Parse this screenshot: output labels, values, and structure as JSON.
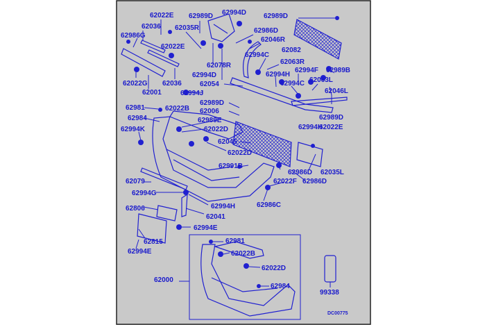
{
  "labels": {
    "a1": "62022E",
    "a2": "62989D",
    "a3": "62994D",
    "a4": "62989D",
    "a5": "62036",
    "a6": "62035R",
    "a7": "62986D",
    "a8": "62986G",
    "a9": "62022E",
    "a10": "62046R",
    "a11": "62082",
    "a12": "62994C",
    "a13": "62063R",
    "a14": "62078R",
    "a15": "62994H",
    "a16": "62994F",
    "a17": "62989B",
    "a18": "62994D",
    "a19": "62994C",
    "a20": "62063L",
    "a21": "62054",
    "a22": "62022G",
    "a23": "62036",
    "a24": "62046L",
    "a25": "62001",
    "a26": "62994J",
    "a27": "62989D",
    "a28": "62981",
    "a29": "62022B",
    "a30": "62006",
    "a31": "62989D",
    "a32": "62984",
    "a33": "62989E",
    "a34": "62994H",
    "a35": "62022E",
    "a36": "62994K",
    "a37": "62022D",
    "a38": "62045",
    "a39": "62022D",
    "a40": "62991B",
    "a41": "62986D",
    "a42": "62035L",
    "a43": "62022F",
    "a44": "62986D",
    "a45": "62079",
    "a46": "62994G",
    "a47": "62986C",
    "a48": "62806",
    "a49": "62994H",
    "a50": "62041",
    "a51": "62994E",
    "a52": "62815",
    "a53": "62994E",
    "b1": "62981",
    "b2": "62022B",
    "b3": "62022D",
    "b4": "62000",
    "b5": "62984",
    "c1": "99338"
  },
  "diagram_code": "DC00775",
  "colors": {
    "ink": "#2020d0",
    "background": "#c9c9c9"
  }
}
